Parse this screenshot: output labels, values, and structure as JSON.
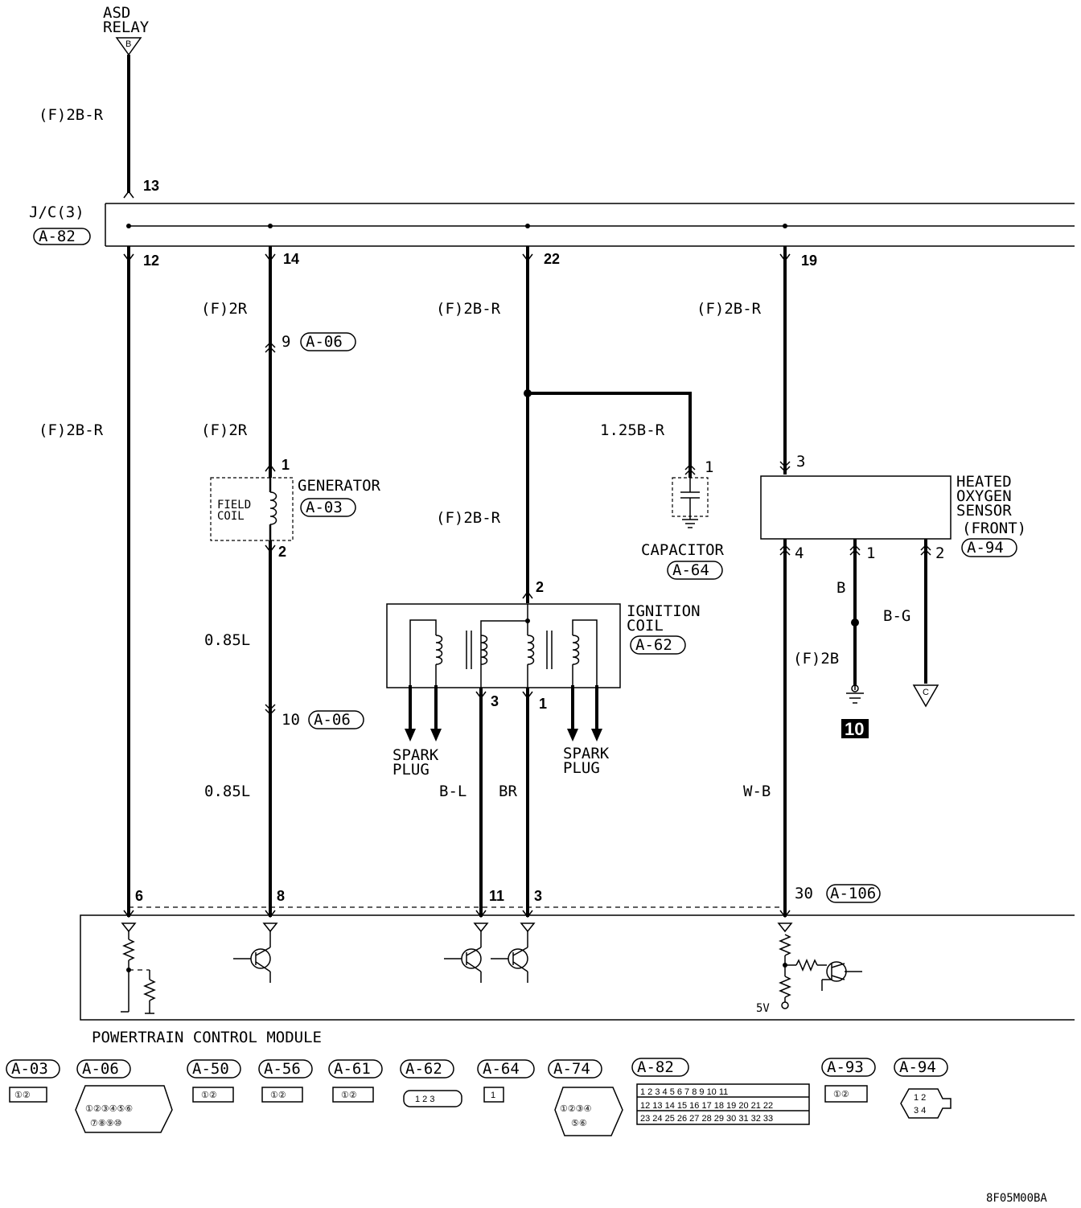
{
  "source": {
    "title": "ASD RELAY",
    "line1": "ASD",
    "line2": "RELAY",
    "marker": "B",
    "pin": "13",
    "wire": "(F)2B-R"
  },
  "junction": {
    "label": "J/C(3)",
    "connector": "A-82",
    "pins": [
      "12",
      "14",
      "22",
      "19"
    ]
  },
  "left_branch": {
    "wire": "(F)2B-R",
    "pcm_pin": "6"
  },
  "generator": {
    "title": "GENERATOR",
    "connector": "A-03",
    "field_coil_line1": "FIELD",
    "field_coil_line2": "COIL",
    "pin_in": "1",
    "pin_out": "2",
    "wire_top": "(F)2R",
    "wire_mid": "(F)2R",
    "inline_pin_1": "9",
    "inline_connector_1": "A-06",
    "wire_bottom_1": "0.85L",
    "inline_pin_2": "10",
    "inline_connector_2": "A-06",
    "wire_bottom_2": "0.85L",
    "pcm_pin": "8"
  },
  "ignition": {
    "wire_top": "(F)2B-R",
    "wire_mid": "(F)2B-R",
    "title_line1": "IGNITION",
    "title_line2": "COIL",
    "connector": "A-62",
    "pin_in": "2",
    "pin_out_left": "3",
    "pin_out_right": "1",
    "spark_plug_line1": "SPARK",
    "spark_plug_line2": "PLUG",
    "wire_left": "B-L",
    "wire_right": "BR",
    "pcm_pin_left": "11",
    "pcm_pin_right": "3"
  },
  "capacitor": {
    "title": "CAPACITOR",
    "connector": "A-64",
    "pin": "1",
    "wire": "1.25B-R"
  },
  "oxygen_sensor": {
    "title_lines": [
      "HEATED",
      "OXYGEN",
      "SENSOR",
      "(FRONT)"
    ],
    "connector": "A-94",
    "wire_top": "(F)2B-R",
    "pin_in": "3",
    "pin_4": "4",
    "pin_1": "1",
    "pin_2": "2",
    "wire_ground_1": "B",
    "wire_ground_2": "(F)2B",
    "ground_number": "10",
    "wire_right": "B-G",
    "marker_right": "C",
    "wire_return": "W-B",
    "pcm_pin": "30",
    "pcm_connector": "A-106"
  },
  "pcm": {
    "title": "POWERTRAIN CONTROL MODULE",
    "voltage": "5V"
  },
  "connector_legend": [
    {
      "name": "A-03",
      "pins": [
        "1",
        "2"
      ]
    },
    {
      "name": "A-06",
      "pins": [
        "1",
        "2",
        "3",
        "4",
        "5",
        "6",
        "7",
        "8",
        "9",
        "10"
      ]
    },
    {
      "name": "A-50",
      "pins": [
        "1",
        "2"
      ]
    },
    {
      "name": "A-56",
      "pins": [
        "1",
        "2"
      ]
    },
    {
      "name": "A-61",
      "pins": [
        "1",
        "2"
      ]
    },
    {
      "name": "A-62",
      "pins": [
        "1",
        "2",
        "3"
      ]
    },
    {
      "name": "A-64",
      "pins": [
        "1"
      ]
    },
    {
      "name": "A-74",
      "pins": [
        "1",
        "2",
        "3",
        "4",
        "5",
        "6"
      ]
    },
    {
      "name": "A-82",
      "pins": [
        "1",
        "2",
        "3",
        "4",
        "5",
        "6",
        "7",
        "8",
        "9",
        "10",
        "11",
        "12",
        "13",
        "14",
        "15",
        "16",
        "17",
        "18",
        "19",
        "20",
        "21",
        "22",
        "23",
        "24",
        "25",
        "26",
        "27",
        "28",
        "29",
        "30",
        "31",
        "32",
        "33"
      ]
    },
    {
      "name": "A-93",
      "pins": [
        "1",
        "2"
      ]
    },
    {
      "name": "A-94",
      "pins": [
        "1",
        "2",
        "3",
        "4"
      ]
    }
  ],
  "figure_code": "8F05M00BA"
}
